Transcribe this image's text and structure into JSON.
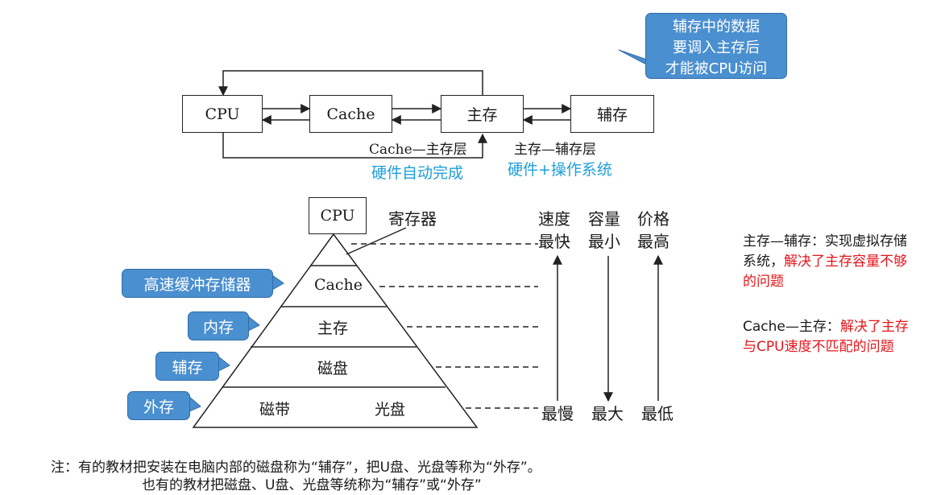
{
  "top": {
    "boxes": {
      "cpu": "CPU",
      "cache": "Cache",
      "main": "主存",
      "aux": "辅存"
    },
    "labels": {
      "cache_main": "Cache—主存层",
      "main_aux": "主存—辅存层",
      "hw_auto": "硬件自动完成",
      "hw_os": "硬件+操作系统"
    },
    "callout_lines": [
      "辅存中的数据",
      "要调入主存后",
      "才能被CPU访问"
    ]
  },
  "pyramid": {
    "cpu": "CPU",
    "register": "寄存器",
    "layers": {
      "cache": "Cache",
      "main": "主存",
      "disk": "磁盘",
      "tape": "磁带",
      "optical": "光盘"
    },
    "callouts": {
      "cache": "高速缓冲存储器",
      "internal": "内存",
      "aux": "辅存",
      "external": "外存"
    },
    "columns": {
      "speed": {
        "head1": "速度",
        "head2": "最快",
        "foot": "最慢"
      },
      "capacity": {
        "head1": "容量",
        "head2": "最小",
        "foot": "最大"
      },
      "price": {
        "head1": "价格",
        "head2": "最高",
        "foot": "最低"
      }
    }
  },
  "side_notes": {
    "note1": {
      "prefix": "主存—辅存：实现虚拟存储系统，",
      "highlight": "解决了主存容量不够的问题"
    },
    "note2": {
      "prefix": "Cache—主存：",
      "highlight": "解决了主存与CPU速度不匹配的问题"
    }
  },
  "footnote": {
    "line1": "注：有的教材把安装在电脑内部的磁盘称为“辅存”，把U盘、光盘等称为“外存”。",
    "line2": "也有的教材把磁盘、U盘、光盘等统称为“辅存”或“外存”"
  },
  "colors": {
    "callout_bg": "#4a8fcf",
    "blue_text": "#1e9fd8",
    "red_text": "#e8141a"
  }
}
